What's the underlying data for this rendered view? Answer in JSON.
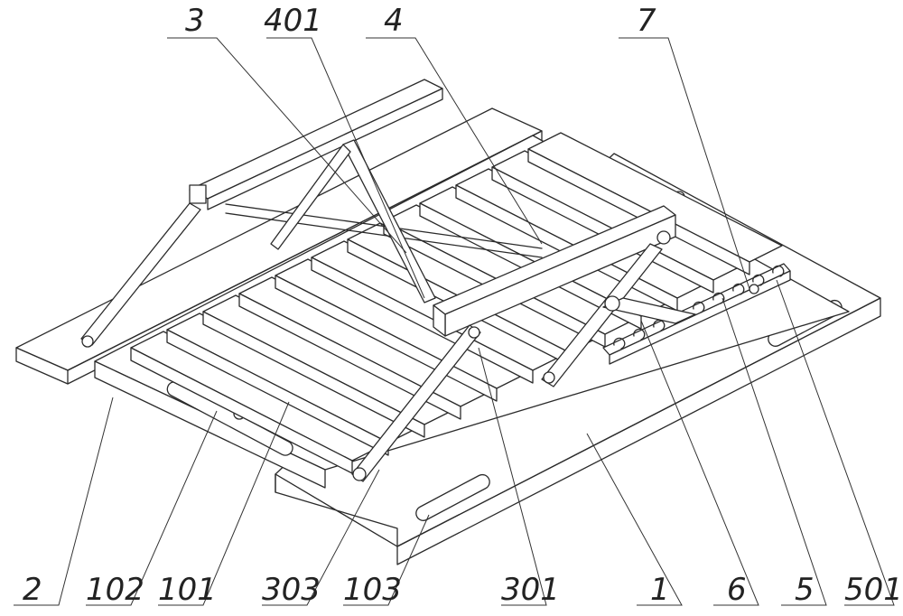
{
  "labels": {
    "top": [
      "3",
      "401",
      "4",
      "7"
    ],
    "bottom": [
      "2",
      "102",
      "101",
      "303",
      "103",
      "301",
      "1",
      "6",
      "5",
      "501"
    ]
  }
}
